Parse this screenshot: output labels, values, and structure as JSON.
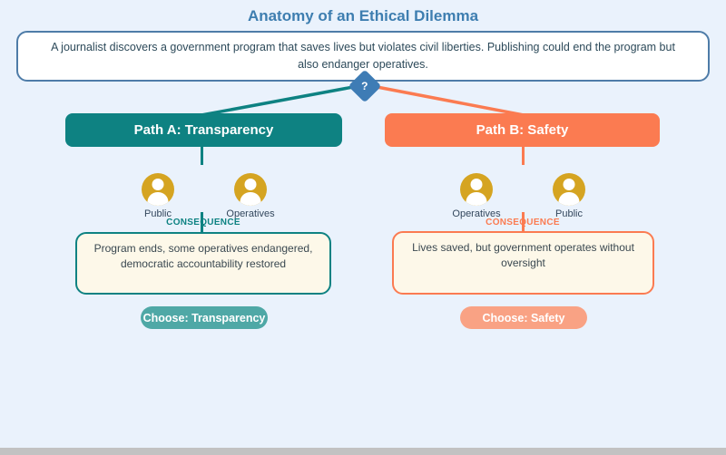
{
  "page": {
    "title": "Anatomy of an Ethical Dilemma",
    "scenario": "A journalist discovers a government program that saves lives but violates civil liberties. Publishing could end the program but also endanger operatives.",
    "decision_symbol": "?"
  },
  "paths": [
    {
      "id": "A",
      "header": "Path A: Transparency",
      "stakeholders": [
        "Public",
        "Operatives"
      ],
      "consequence_label": "CONSEQUENCE",
      "consequence": "Program ends, some operatives endangered, democratic accountability restored",
      "button": "Choose: Transparency"
    },
    {
      "id": "B",
      "header": "Path B: Safety",
      "stakeholders": [
        "Operatives",
        "Public"
      ],
      "consequence_label": "CONSEQUENCE",
      "consequence": "Lives saved, but government operates without oversight",
      "button": "Choose: Safety"
    }
  ],
  "colors": {
    "background": "#EAF2FC",
    "title": "#3E7EB0",
    "scenario_border": "#4E7CA8",
    "decision_diamond": "#3E7CB5",
    "path_a": "#0E8282",
    "path_b": "#FB7B51",
    "choose_a_button": "#4FA8A6",
    "choose_b_button": "#F9A284",
    "avatar": "#D5A421",
    "consequence_bg": "#FDF8E9"
  }
}
